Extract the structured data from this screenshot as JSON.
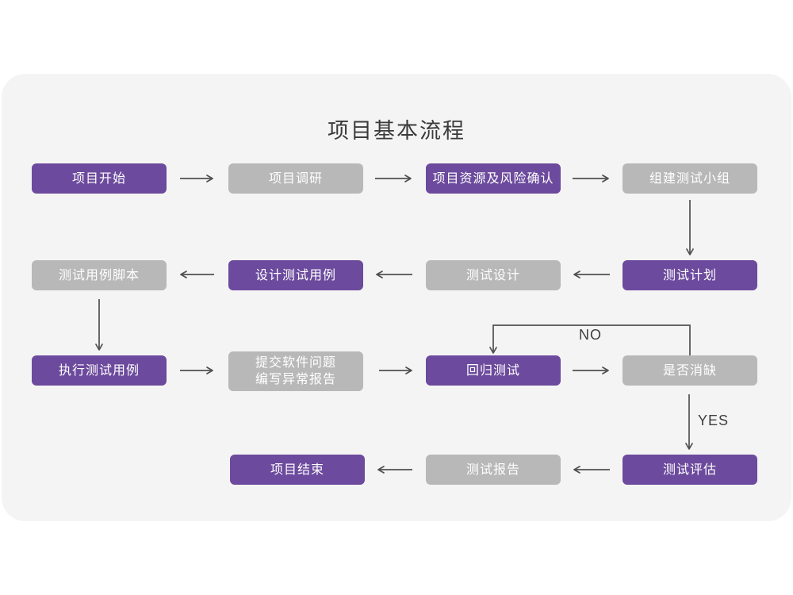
{
  "title": "项目基本流程",
  "colors": {
    "purple": "#6c4a9d",
    "gray": "#b8b8b8",
    "card_background": "#f5f4f4",
    "arrow": "#4f4f4f",
    "title_text": "#3b3b3b",
    "node_text": "#ffffff"
  },
  "labels": {
    "no": "NO",
    "yes": "YES"
  },
  "nodes": [
    {
      "id": "project-start",
      "label": "项目开始",
      "variant": "purple"
    },
    {
      "id": "project-research",
      "label": "项目调研",
      "variant": "gray"
    },
    {
      "id": "resource-risk",
      "label": "项目资源及风险确认",
      "variant": "purple"
    },
    {
      "id": "build-test-team",
      "label": "组建测试小组",
      "variant": "gray"
    },
    {
      "id": "test-plan",
      "label": "测试计划",
      "variant": "purple"
    },
    {
      "id": "test-design",
      "label": "测试设计",
      "variant": "gray"
    },
    {
      "id": "design-test-case",
      "label": "设计测试用例",
      "variant": "purple"
    },
    {
      "id": "test-case-script",
      "label": "测试用例脚本",
      "variant": "gray"
    },
    {
      "id": "execute-test-case",
      "label": "执行测试用例",
      "variant": "purple"
    },
    {
      "id": "submit-issue",
      "label": "提交软件问题",
      "label2": "编写异常报告",
      "variant": "gray"
    },
    {
      "id": "regression-test",
      "label": "回归测试",
      "variant": "purple"
    },
    {
      "id": "defect-cleared",
      "label": "是否消缺",
      "variant": "gray"
    },
    {
      "id": "test-evaluate",
      "label": "测试评估",
      "variant": "purple"
    },
    {
      "id": "test-report",
      "label": "测试报告",
      "variant": "gray"
    },
    {
      "id": "project-end",
      "label": "项目结束",
      "variant": "purple"
    }
  ],
  "edges": [
    {
      "from": "project-start",
      "to": "project-research"
    },
    {
      "from": "project-research",
      "to": "resource-risk"
    },
    {
      "from": "resource-risk",
      "to": "build-test-team"
    },
    {
      "from": "build-test-team",
      "to": "test-plan"
    },
    {
      "from": "test-plan",
      "to": "test-design"
    },
    {
      "from": "test-design",
      "to": "design-test-case"
    },
    {
      "from": "design-test-case",
      "to": "test-case-script"
    },
    {
      "from": "test-case-script",
      "to": "execute-test-case"
    },
    {
      "from": "execute-test-case",
      "to": "submit-issue"
    },
    {
      "from": "submit-issue",
      "to": "regression-test"
    },
    {
      "from": "regression-test",
      "to": "defect-cleared"
    },
    {
      "from": "defect-cleared",
      "to": "regression-test",
      "label": "NO"
    },
    {
      "from": "defect-cleared",
      "to": "test-evaluate",
      "label": "YES"
    },
    {
      "from": "test-evaluate",
      "to": "test-report"
    },
    {
      "from": "test-report",
      "to": "project-end"
    }
  ]
}
